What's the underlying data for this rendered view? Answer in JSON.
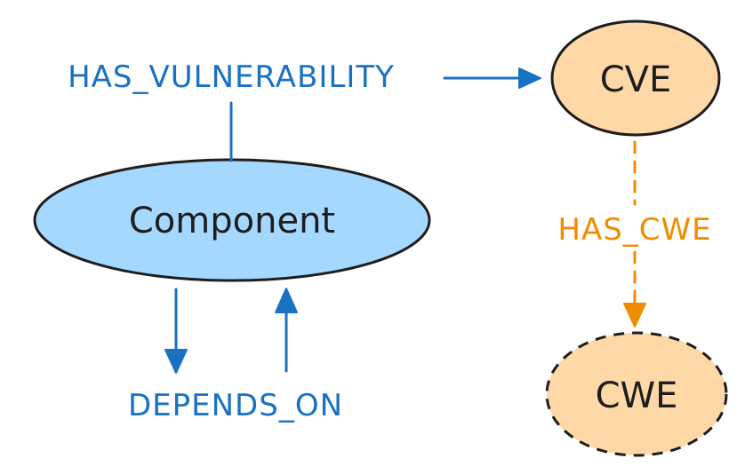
{
  "colors": {
    "blue": "#1971c2",
    "orange": "#f08c00",
    "component_fill": "#a5d8ff",
    "cve_fill": "#ffd8a8",
    "cwe_fill": "#ffd8a8",
    "stroke": "#1e1e1e"
  },
  "nodes": {
    "component": {
      "label": "Component"
    },
    "cve": {
      "label": "CVE"
    },
    "cwe": {
      "label": "CWE"
    }
  },
  "edges": {
    "has_vulnerability": {
      "label": "HAS_VULNERABILITY"
    },
    "has_cwe": {
      "label": "HAS_CWE"
    },
    "depends_on": {
      "label": "DEPENDS_ON"
    }
  }
}
